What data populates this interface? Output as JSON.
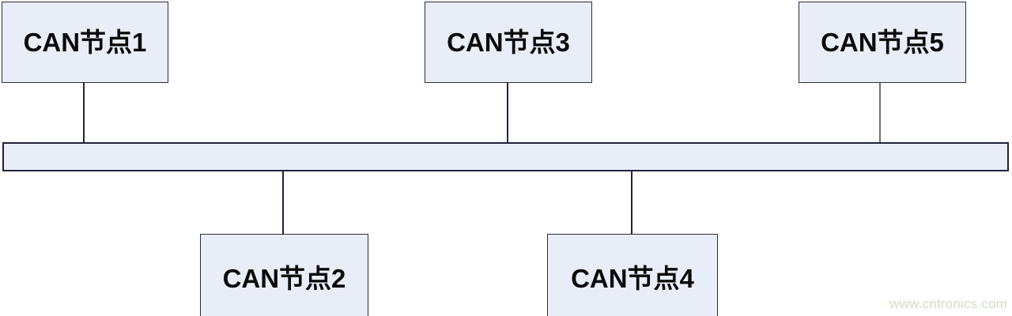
{
  "diagram": {
    "type": "can-bus-topology",
    "background_color": "#ffffff",
    "node_fill_color": "#e8edf7",
    "node_border_color": "#2b2b3d",
    "connector_color": "#22223a",
    "bus": {
      "label": "",
      "fill_color": "#e8edf7",
      "border_color": "#22223a"
    },
    "nodes_top": [
      {
        "id": "node1",
        "label": "CAN节点1"
      },
      {
        "id": "node3",
        "label": "CAN节点3"
      },
      {
        "id": "node5",
        "label": "CAN节点5"
      }
    ],
    "nodes_bottom": [
      {
        "id": "node2",
        "label": "CAN节点2"
      },
      {
        "id": "node4",
        "label": "CAN节点4"
      }
    ],
    "connectors": [
      {
        "id": "conn1",
        "from": "node1",
        "to": "bus"
      },
      {
        "id": "conn3",
        "from": "node3",
        "to": "bus"
      },
      {
        "id": "conn5",
        "from": "node5",
        "to": "bus"
      },
      {
        "id": "conn2",
        "from": "bus",
        "to": "node2"
      },
      {
        "id": "conn4",
        "from": "bus",
        "to": "node4"
      }
    ]
  },
  "watermark": {
    "text": "www.cntronics.com",
    "color": "#cfe0bd"
  }
}
